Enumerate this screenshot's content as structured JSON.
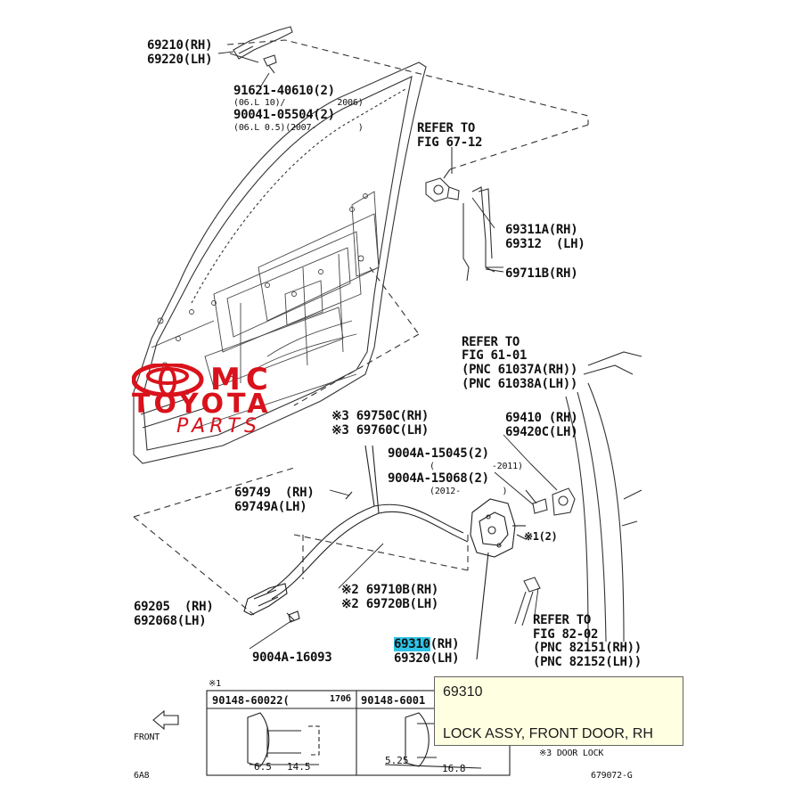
{
  "parts": [
    {
      "pnc": "69210",
      "side": "RH"
    },
    {
      "pnc": "69220",
      "side": "LH"
    },
    {
      "pnc": "69311A",
      "side": "RH"
    },
    {
      "pnc": "69312",
      "side": "LH"
    },
    {
      "pnc": "69711B",
      "side": "RH"
    },
    {
      "pnc": "69410",
      "side": "RH"
    },
    {
      "pnc": "69420C",
      "side": "LH"
    },
    {
      "pnc": "69750C",
      "side": "RH"
    },
    {
      "pnc": "69760C",
      "side": "LH"
    },
    {
      "pnc": "69749",
      "side": "RH"
    },
    {
      "pnc": "69749A",
      "side": "LH"
    },
    {
      "pnc": "69710B",
      "side": "RH"
    },
    {
      "pnc": "69720B",
      "side": "LH"
    },
    {
      "pnc": "69205",
      "side": "RH"
    },
    {
      "pnc": "692068",
      "side": "LH"
    },
    {
      "pnc": "69310",
      "side": "RH"
    },
    {
      "pnc": "69320",
      "side": "LH"
    }
  ],
  "fasteners": {
    "f1": "91621-40610(2)",
    "f1_note": "(06.L 10)/          2006)",
    "f2": "90041-05504(2)",
    "f2_note": "(06.L 0.5)(2007-        )",
    "f3": "9004A-15045(2)",
    "f3_note": "(           -2011)",
    "f4": "9004A-15068(2)",
    "f4_note": "(2012-        )",
    "f5": "9004A-16093",
    "f6": "※1(2)"
  },
  "refs": {
    "r1": [
      "REFER TO",
      "FIG 67-12"
    ],
    "r2": [
      "REFER TO",
      "FIG 61-01",
      "(PNC 61037A(RH))",
      "(PNC 61038A(LH))"
    ],
    "r3": [
      "REFER TO",
      "FIG 82-02",
      "(PNC 82151(RH))",
      "(PNC 82152(LH))"
    ]
  },
  "marks": {
    "m1": "※3",
    "m2": "※2",
    "table_mark": "※1",
    "door_lock": "※3 DOOR LOCK",
    "front": "FRONT",
    "page_code": "6A8",
    "fig_code": "679072-G"
  },
  "table": {
    "col1": "90148-60022(",
    "col1_yr": "170б",
    "col2": "90148-6001",
    "dim1": "6.5",
    "dim2": "14.5",
    "dim3": "5.25",
    "dim4": "16.8"
  },
  "watermark": {
    "line1": "MC",
    "line2": "TOYOTA",
    "line3": "PARTS"
  },
  "tooltip": {
    "number": "69310",
    "description": "LOCK ASSY, FRONT DOOR, RH"
  },
  "highlight_color": "#2ec4e8",
  "watermark_color": "#d9121b"
}
